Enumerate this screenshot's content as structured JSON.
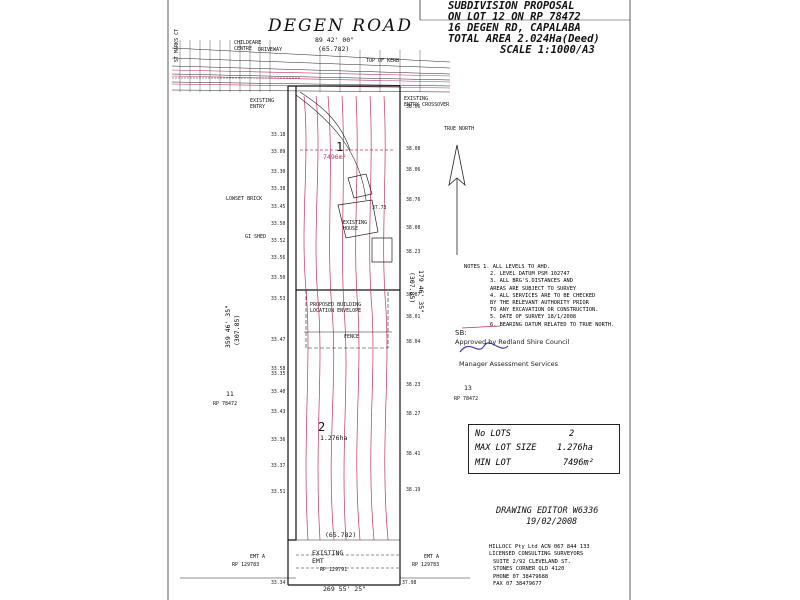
{
  "title": {
    "lines": [
      "SUBDIVISION PROPOSAL",
      "ON LOT 12 ON RP 78472",
      "16 DEGEN RD, CAPALABA",
      "TOTAL AREA 2.024Ha(Deed)",
      "SCALE 1:1000/A3"
    ]
  },
  "road_name": "DEGEN      ROAD",
  "side_street": "ST MARKS CT",
  "top_bearing": "89 42' 00\"",
  "top_length": "(65.782)",
  "bottom_bearing": "269 55' 25\"",
  "bottom_length": "(65.782)",
  "left_bearing": "359 46' 35\"",
  "left_length": "(307.85)",
  "right_bearing": "179 46' 35\"",
  "right_length": "(307.85)",
  "labels": {
    "childcare": "CHILDCARE\nCENTRE",
    "driveway": "DRIVEWAY",
    "top_of_kerb": "TOP OF KERB",
    "existing_entry": "EXISTING\nENTRY",
    "existing_entry_crossover": "EXISTING\nENTRY CROSSOVER",
    "true_north": "TRUE NORTH",
    "lowset_brick": "LOWSET BRICK",
    "gi_shed": "GI SHED",
    "existing_house": "EXISTING\nHOUSE",
    "proposed_envelope": "PROPOSED BUILDING\nLOCATION ENVELOPE",
    "fence": "FENCE",
    "existing_emt": "EXISTING\nEMT",
    "emt_rp": "RP 129791",
    "emt_a_left": "EMT A",
    "emt_a_left_rp": "RP 129783",
    "emt_a_right": "EMT A",
    "emt_a_right_rp": "RP 129783",
    "lot11": "11",
    "lot11_rp": "RP 78472",
    "lot13": "13",
    "lot13_rp": "RP 78472"
  },
  "lots": [
    {
      "number": "1",
      "area": "7496m²"
    },
    {
      "number": "2",
      "area": "1.276ha"
    }
  ],
  "notes": {
    "heading": "NOTES 1. ALL LEVELS TO AHD.",
    "items": [
      "2. LEVEL DATUM PSM 102747",
      "3. ALL BRG'S.DISTANCES AND",
      "   AREAS ARE SUBJECT TO SURVEY",
      "4. ALL SERVICES ARE TO BE CHECKED",
      "   BY THE RELEVANT AUTHORITY PRIOR",
      "   TO ANY EXCAVATION OR CONSTRUCTION.",
      "5. DATE OF SURVEY 18/1/2008",
      "6. BEARING DATUM RELATED TO TRUE NORTH."
    ]
  },
  "approval": {
    "sb_prefix": "SB:",
    "approved_by": "Approved by Redland Shire Council",
    "manager": "Manager Assessment Services"
  },
  "lot_summary": {
    "no_lots_label": "No LOTS",
    "no_lots_value": "2",
    "max_lot_label": "MAX LOT SIZE",
    "max_lot_value": "1.276ha",
    "min_lot_label": "MIN LOT",
    "min_lot_value": "7496m²"
  },
  "drawing": {
    "editor": "DRAWING EDITOR W6336",
    "date": "19/02/2008"
  },
  "company": {
    "lines": [
      "HILLOCC Pty Ltd ACN 067 844 133",
      "LICENSED CONSULTING SURVEYORS",
      "SUITE 2/92 CLEVELAND ST.",
      "STONES CORNER QLD 4120",
      "PHONE 07 38479688",
      "FAX   07 38479677"
    ]
  },
  "levels_left": [
    "33.18",
    "33.09",
    "33.30",
    "33.38",
    "33.45",
    "33.50",
    "33.52",
    "33.56",
    "33.50",
    "33.53",
    "33.47",
    "33.58",
    "33.35",
    "33.40",
    "33.43",
    "33.36",
    "33.37",
    "33.51",
    "33.34"
  ],
  "levels_right": [
    "38.06",
    "38.08",
    "38.06",
    "37.73",
    "38.76",
    "38.08",
    "38.23",
    "38.07",
    "38.01",
    "38.04",
    "38.23",
    "38.27",
    "38.41",
    "38.19",
    "37.98"
  ],
  "colors": {
    "ink": "#222222",
    "contour": "#c0306a",
    "stamp": "#c0306a",
    "stamp_blue": "#3b3bb0"
  }
}
